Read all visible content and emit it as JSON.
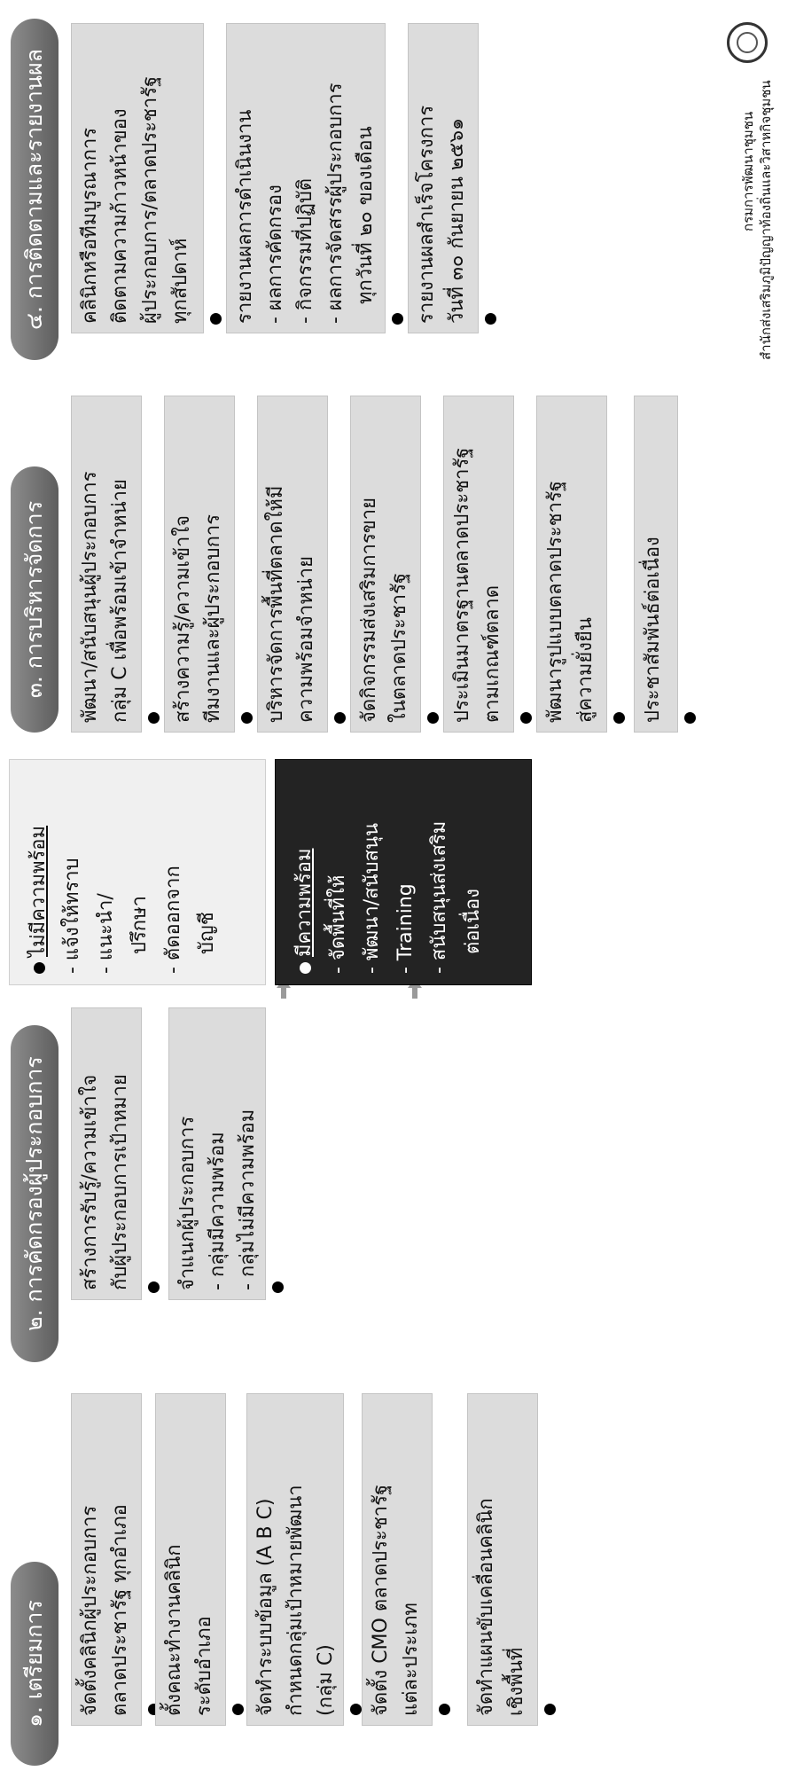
{
  "columns": [
    {
      "title": "๑. เตรียมการ",
      "items": [
        {
          "lines": [
            "จัดตั้งคลินิกผู้ประกอบการ",
            "ตลาดประชารัฐ ทุกอำเภอ"
          ]
        },
        {
          "lines": [
            "ตั้งคณะทำงานคลินิก",
            "ระดับอำเภอ"
          ]
        },
        {
          "lines": [
            "จัดทำระบบข้อมูล (A B C)",
            "กำหนดกลุ่มเป้าหมายพัฒนา",
            "(กลุ่ม C)"
          ]
        },
        {
          "lines": [
            "จัดตั้ง CMO ตลาดประชารัฐ",
            "แต่ละประเภท"
          ]
        },
        {
          "lines": [
            "จัดทำแผนขับเคลื่อนคลินิก",
            "เชิงพื้นที่"
          ]
        }
      ]
    },
    {
      "title": "๒. การคัดกรองผู้ประกอบการ",
      "items": [
        {
          "lines": [
            "สร้างการรับรู้/ความเข้าใจ",
            "กับผู้ประกอบการเป้าหมาย"
          ]
        },
        {
          "lines": [
            "จำแนกผู้ประกอบการ",
            "- กลุ่มมีความพร้อม",
            "- กลุ่มไม่มีความพร้อม"
          ]
        }
      ],
      "ready": {
        "title": "มีความพร้อม",
        "lines": [
          "- จัดพื้นที่ให้",
          "- พัฒนา/สนับสนุน",
          "- Training",
          "- สนับสนุนส่งเสริม",
          "  ต่อเนื่อง"
        ]
      },
      "not_ready": {
        "title": "ไม่มีความพร้อม",
        "lines": [
          "- แจ้งให้ทราบ",
          "- แนะนำ/",
          "  ปรึกษา",
          "- ตัดออกจาก",
          "  บัญชี"
        ]
      }
    },
    {
      "title": "๓. การบริหารจัดการ",
      "items": [
        {
          "lines": [
            "พัฒนา/สนับสนุนผู้ประกอบการ",
            "กลุ่ม C เพื่อพร้อมเข้าจำหน่าย"
          ]
        },
        {
          "lines": [
            "สร้างความรู้/ความเข้าใจ",
            "ทีมงานและผู้ประกอบการ"
          ]
        },
        {
          "lines": [
            "บริหารจัดการพื้นที่ตลาดให้มี",
            "ความพร้อมจำหน่าย"
          ]
        },
        {
          "lines": [
            "จัดกิจกรรมส่งเสริมการขาย",
            "ในตลาดประชารัฐ"
          ]
        },
        {
          "lines": [
            "ประเมินมาตรฐานตลาดประชารัฐ",
            "ตามเกณฑ์ตลาด"
          ]
        },
        {
          "lines": [
            "พัฒนารูปแบบตลาดประชารัฐ",
            "สู่ความยั่งยืน"
          ]
        },
        {
          "lines": [
            "ประชาสัมพันธ์ต่อเนื่อง"
          ]
        }
      ]
    },
    {
      "title": "๔. การติดตามและรายงานผล",
      "items": [
        {
          "lines": [
            "คลินิกหรือทีมบูรณาการ",
            "ติดตามความก้าวหน้าของ",
            "ผู้ประกอบการ/ตลาดประชารัฐ",
            "ทุกสัปดาห์"
          ]
        },
        {
          "lines": [
            "รายงานผลการดำเนินงาน",
            "- ผลการคัดกรอง",
            "- กิจกรรมที่ปฏิบัติ",
            "- ผลการจัดสรรผู้ประกอบการ",
            "  ทุกวันที่ ๒๐ ของเดือน"
          ]
        },
        {
          "lines": [
            "รายงานผลสำเร็จโครงการ",
            "วันที่ ๓๐ กันยายน ๒๕๖๑"
          ]
        }
      ]
    }
  ],
  "footer": {
    "office": "สำนักส่งเสริมภูมิปัญญาท้องถิ่นและวิสาหกิจชุมชน",
    "department": "กรมการพัฒนาชุมชน",
    "logo_icon": "department-seal-icon"
  }
}
